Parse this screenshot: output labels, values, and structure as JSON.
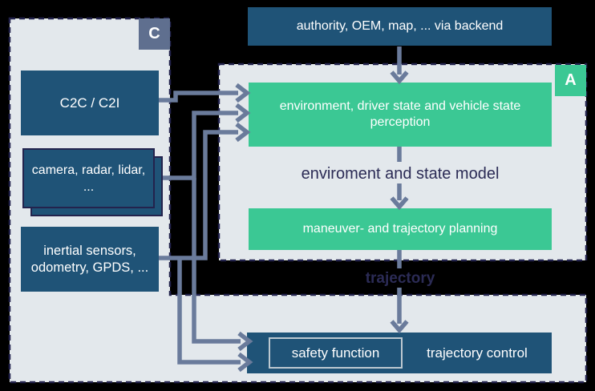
{
  "diagram": {
    "banner": "authority, OEM, map, ... via backend",
    "container_c_tag": "C",
    "container_a_tag": "A",
    "sources": {
      "c2c": "C2C / C2I",
      "camera": "camera, radar, lidar, ...",
      "inertial": "inertial sensors, odometry, GPDS, ..."
    },
    "pipeline": {
      "perception": "environment, driver state and vehicle state perception",
      "model_label": "enviroment and state model",
      "planning": "maneuver- and trajectory planning",
      "trajectory_label": "trajectory",
      "safety": "safety function",
      "control": "trajectory control"
    }
  },
  "colors": {
    "background": "#000000",
    "container_fill": "#e3e8ec",
    "container_border": "#23234d",
    "box_blue": "#1f5377",
    "box_green": "#3bc894",
    "tag_c_fill": "#5f6f8f",
    "connector": "#6a7b9b",
    "dark_label_text": "#2b2b55",
    "box_text": "#ffffff"
  }
}
